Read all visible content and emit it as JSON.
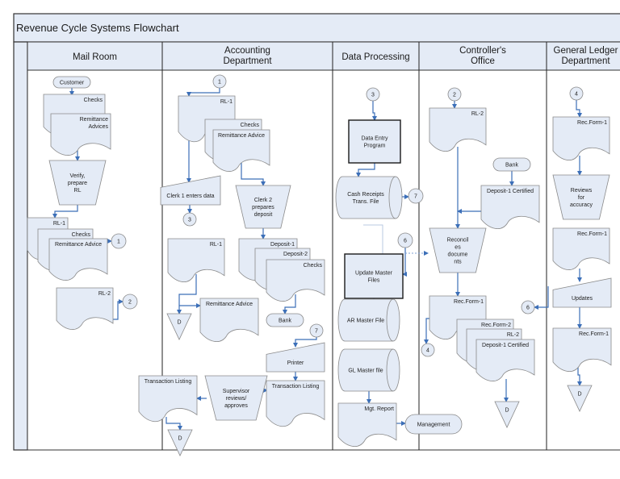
{
  "title": "Revenue Cycle Systems Flowchart",
  "lanes": [
    {
      "id": "mail",
      "lines": [
        "Mail Room"
      ]
    },
    {
      "id": "acct",
      "lines": [
        "Accounting",
        "Department"
      ]
    },
    {
      "id": "dp",
      "lines": [
        "Data Processing"
      ]
    },
    {
      "id": "ctrl",
      "lines": [
        "Controller's",
        "Office"
      ]
    },
    {
      "id": "gl",
      "lines": [
        "General Ledger",
        "Department"
      ]
    }
  ],
  "colors": {
    "fill": "#e4ebf6",
    "connector": "#3c6fb8",
    "frame": "#333333"
  },
  "nodes": [
    {
      "id": "customer",
      "type": "terminal",
      "label": [
        "Customer"
      ]
    },
    {
      "id": "mr-checks",
      "type": "document",
      "label": [
        "Checks"
      ]
    },
    {
      "id": "mr-remit",
      "type": "document",
      "label": [
        "Remittance",
        "Advices"
      ]
    },
    {
      "id": "mr-verify",
      "type": "manual-op",
      "label": [
        "Verify,",
        "prepare",
        "RL"
      ]
    },
    {
      "id": "mr-rl1",
      "type": "document",
      "label": [
        "RL-1"
      ]
    },
    {
      "id": "mr-checks2",
      "type": "document",
      "label": [
        "Checks"
      ]
    },
    {
      "id": "mr-remit2",
      "type": "document",
      "label": [
        "Remittance Advice"
      ]
    },
    {
      "id": "mr-c1",
      "type": "connector",
      "label": [
        "1"
      ]
    },
    {
      "id": "mr-rl2",
      "type": "document",
      "label": [
        "RL-2"
      ]
    },
    {
      "id": "mr-c2",
      "type": "connector",
      "label": [
        "2"
      ]
    },
    {
      "id": "ac-c1",
      "type": "connector",
      "label": [
        "1"
      ]
    },
    {
      "id": "ac-rl1",
      "type": "document",
      "label": [
        "RL-1"
      ]
    },
    {
      "id": "ac-checks",
      "type": "document",
      "label": [
        "Checks"
      ]
    },
    {
      "id": "ac-remit",
      "type": "document",
      "label": [
        "Remittance Advice"
      ]
    },
    {
      "id": "ac-clerk1",
      "type": "manual-input",
      "label": [
        "Clerk 1 enters data"
      ]
    },
    {
      "id": "ac-c3",
      "type": "connector",
      "label": [
        "3"
      ]
    },
    {
      "id": "ac-clerk2",
      "type": "manual-op",
      "label": [
        "Clerk 2",
        "prepares",
        "deposit"
      ]
    },
    {
      "id": "ac-rl1b",
      "type": "document",
      "label": [
        "RL-1"
      ]
    },
    {
      "id": "ac-dep1",
      "type": "document",
      "label": [
        "Deposit-1"
      ]
    },
    {
      "id": "ac-dep2",
      "type": "document",
      "label": [
        "Deposit-2"
      ]
    },
    {
      "id": "ac-checks2",
      "type": "document",
      "label": [
        "Checks"
      ]
    },
    {
      "id": "ac-d1",
      "type": "file",
      "label": [
        "D"
      ]
    },
    {
      "id": "ac-remit2",
      "type": "document",
      "label": [
        "Remittance Advice"
      ]
    },
    {
      "id": "ac-bank",
      "type": "terminal",
      "label": [
        "Bank"
      ]
    },
    {
      "id": "ac-c7",
      "type": "connector",
      "label": [
        "7"
      ]
    },
    {
      "id": "ac-printer",
      "type": "manual-input",
      "label": [
        "Printer"
      ]
    },
    {
      "id": "ac-trans",
      "type": "document",
      "label": [
        "Transaction Listing"
      ]
    },
    {
      "id": "ac-super",
      "type": "manual-op",
      "label": [
        "Supervisor",
        "reviews/",
        "approves"
      ]
    },
    {
      "id": "ac-trans2",
      "type": "document",
      "label": [
        "Transaction Listing"
      ]
    },
    {
      "id": "ac-d2",
      "type": "file",
      "label": [
        "D"
      ]
    },
    {
      "id": "dp-c3",
      "type": "connector",
      "label": [
        "3"
      ]
    },
    {
      "id": "dp-entry",
      "type": "process",
      "label": [
        "Data Entry",
        "Program"
      ]
    },
    {
      "id": "dp-cash",
      "type": "disk",
      "label": [
        "Cash Receipts",
        "Trans.  File"
      ]
    },
    {
      "id": "dp-c7",
      "type": "connector",
      "label": [
        "7"
      ]
    },
    {
      "id": "dp-c6",
      "type": "connector",
      "label": [
        "6"
      ]
    },
    {
      "id": "dp-update",
      "type": "process",
      "label": [
        "Update Master",
        "Files"
      ]
    },
    {
      "id": "dp-ar",
      "type": "disk",
      "label": [
        "AR Master File"
      ]
    },
    {
      "id": "dp-gl",
      "type": "disk",
      "label": [
        "GL Master file"
      ]
    },
    {
      "id": "dp-mgt",
      "type": "document",
      "label": [
        "Mgt. Report"
      ]
    },
    {
      "id": "dp-management",
      "type": "terminal",
      "label": [
        "Management"
      ]
    },
    {
      "id": "co-c2",
      "type": "connector",
      "label": [
        "2"
      ]
    },
    {
      "id": "co-rl2",
      "type": "document",
      "label": [
        "RL-2"
      ]
    },
    {
      "id": "co-bank",
      "type": "terminal",
      "label": [
        "Bank"
      ]
    },
    {
      "id": "co-dep1",
      "type": "document",
      "label": [
        "Deposit-1 Certified"
      ]
    },
    {
      "id": "co-recon",
      "type": "manual-op",
      "label": [
        "Reconcil",
        "es",
        "docume",
        "nts"
      ]
    },
    {
      "id": "co-rec1",
      "type": "document",
      "label": [
        "Rec.Form-1"
      ]
    },
    {
      "id": "co-c4",
      "type": "connector",
      "label": [
        "4"
      ]
    },
    {
      "id": "co-rec2",
      "type": "document",
      "label": [
        "Rec.Form-2"
      ]
    },
    {
      "id": "co-rl2b",
      "type": "document",
      "label": [
        "RL-2"
      ]
    },
    {
      "id": "co-dep1b",
      "type": "document",
      "label": [
        "Deposit-1 Certified"
      ]
    },
    {
      "id": "co-d",
      "type": "file",
      "label": [
        "D"
      ]
    },
    {
      "id": "gl-c4",
      "type": "connector",
      "label": [
        "4"
      ]
    },
    {
      "id": "gl-rec1",
      "type": "document",
      "label": [
        "Rec.Form-1"
      ]
    },
    {
      "id": "gl-review",
      "type": "manual-op",
      "label": [
        "Reviews",
        "for",
        "accuracy"
      ]
    },
    {
      "id": "gl-rec1b",
      "type": "document",
      "label": [
        "Rec.Form-1"
      ]
    },
    {
      "id": "gl-updates",
      "type": "manual-input",
      "label": [
        "Updates"
      ]
    },
    {
      "id": "gl-c6",
      "type": "connector",
      "label": [
        "6"
      ]
    },
    {
      "id": "gl-rec1c",
      "type": "document",
      "label": [
        "Rec.Form-1"
      ]
    },
    {
      "id": "gl-d",
      "type": "file",
      "label": [
        "D"
      ]
    }
  ]
}
